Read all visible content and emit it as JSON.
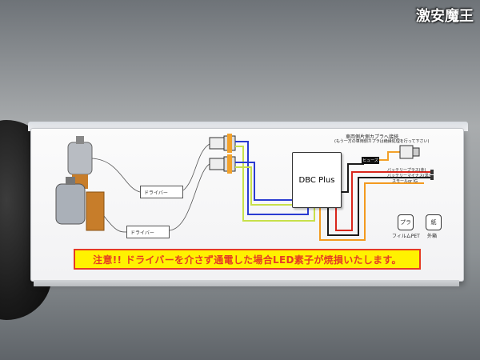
{
  "watermark": "激安魔王",
  "box": {
    "caution_text": "注意!! ドライバーを介さず通電した場合LED素子が焼損いたします。",
    "module_label": "DBC Plus",
    "driver_label_1": "ドライバー",
    "driver_label_2": "ドライバー",
    "note_line_1": "車両側片側カプラへ接続",
    "note_line_2": "(もう一方の車両側カプラは絶縁処理を行って下さい)",
    "fuse_label": "ヒューズ",
    "wire_label_1": "バッテリープラス(赤)",
    "wire_label_2": "バッテリーマイナス(黒)",
    "wire_label_3": "スモールor IG",
    "eco_label_1": "フィルムPET",
    "eco_label_2": "外箱",
    "eco_icon_1": "プラ",
    "eco_icon_2": "紙"
  },
  "colors": {
    "caution_bg": "#fff200",
    "caution_fg": "#e53b24",
    "wire_blue": "#2a3bd1",
    "wire_yellow_green": "#c8e04a",
    "wire_red": "#d9261c",
    "wire_orange": "#f39a1f",
    "wire_black": "#1a1a1a"
  }
}
